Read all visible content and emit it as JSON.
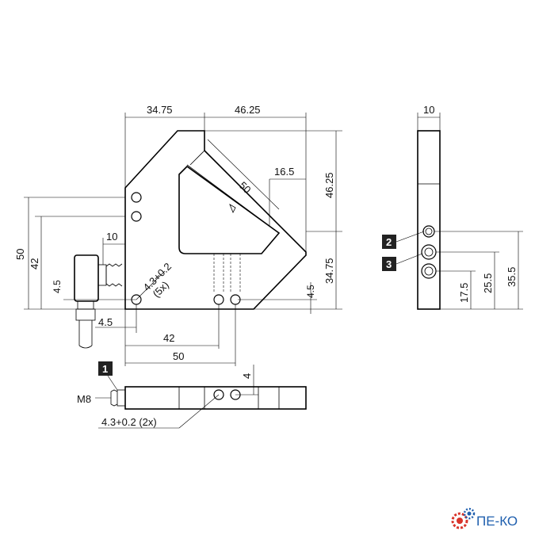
{
  "front_view": {
    "dim_top_left": "34.75",
    "dim_top_right": "46.25",
    "dim_diag": "50",
    "dim_inner_right": "16.5",
    "dim_right_upper": "46.25",
    "dim_right_lower": "34.75",
    "dim_right_small": "4.5",
    "dim_left_outer": "50",
    "dim_left_inner": "42",
    "dim_left_small": "4.5",
    "dim_connector": "10",
    "dim_bottom_small": "4.5",
    "dim_bottom_mid": "42",
    "dim_bottom_full": "50",
    "hole_label_1": "4.3+0.2",
    "hole_label_2": "(5x)"
  },
  "side_view": {
    "dim_width": "10",
    "dim_h1": "17.5",
    "dim_h2": "25.5",
    "dim_h3": "35.5",
    "marker_2": "2",
    "marker_3": "3"
  },
  "bottom_view": {
    "marker_1": "1",
    "thread_label": "M8",
    "dim_offset": "4",
    "hole_label": "4.3+0.2 (2x)"
  },
  "logo": {
    "text": "ПЕ-КО",
    "colors": {
      "gear_red": "#d9342b",
      "gear_blue": "#1f5fae"
    }
  }
}
